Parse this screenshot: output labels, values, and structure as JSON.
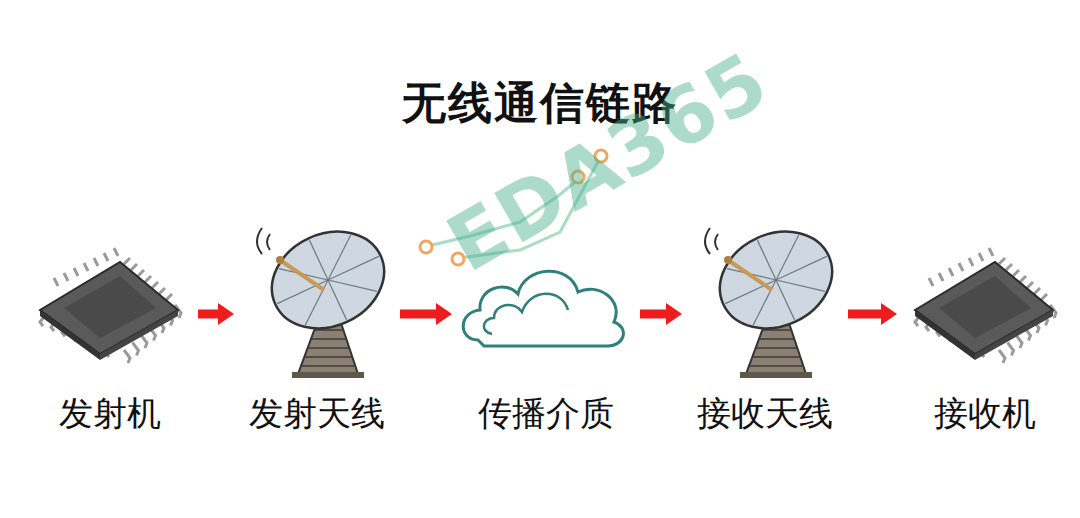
{
  "diagram": {
    "title": "无线通信链路",
    "nodes": [
      {
        "text": [
          "发射机"
        ]
      },
      {
        "text": [
          "发射天线"
        ]
      },
      {
        "text": [
          "传播介质"
        ]
      },
      {
        "text": [
          "接收天线"
        ]
      },
      {
        "text": [
          "接收机"
        ]
      }
    ],
    "edges": [
      {
        "from": 0,
        "to": 1,
        "arrow": "to"
      },
      {
        "from": 1,
        "to": 2,
        "arrow": "to"
      },
      {
        "from": 2,
        "to": 3,
        "arrow": "to"
      },
      {
        "from": 3,
        "to": 4,
        "arrow": "to"
      }
    ],
    "labels": [
      "EDA365"
    ]
  }
}
